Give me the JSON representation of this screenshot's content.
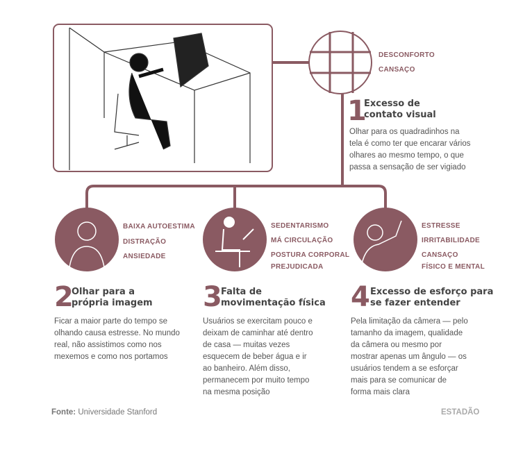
{
  "colors": {
    "accent": "#8a5a62",
    "text": "#555555"
  },
  "item1": {
    "number": "1",
    "title_line1": "Excesso de",
    "title_line2": "contato visual",
    "tags": [
      "DESCONFORTO",
      "CANSAÇO"
    ],
    "body": [
      "Olhar para os quadradinhos na",
      "tela é como ter que encarar vários",
      "olhares ao mesmo tempo, o que",
      "passa a sensação de ser vigiado"
    ]
  },
  "item2": {
    "number": "2",
    "title_line1": "Olhar para a",
    "title_line2": "própria imagem",
    "tags": [
      "BAIXA AUTOESTIMA",
      "DISTRAÇÃO",
      "ANSIEDADE"
    ],
    "body": [
      "Ficar a maior parte do tempo se",
      "olhando causa estresse. No mundo",
      "real, não assistimos como nos",
      "mexemos e como nos portamos"
    ]
  },
  "item3": {
    "number": "3",
    "title_line1": "Falta de",
    "title_line2": "movimentação física",
    "tags": [
      "SEDENTARISMO",
      "MÁ CIRCULAÇÃO",
      "POSTURA CORPORAL",
      "PREJUDICADA"
    ],
    "body": [
      "Usuários se exercitam pouco e",
      "deixam de caminhar até dentro",
      "de casa — muitas vezes",
      "esquecem de beber água e ir",
      "ao banheiro. Além disso,",
      "permanecem por muito tempo",
      "na mesma posição"
    ]
  },
  "item4": {
    "number": "4",
    "title_line1": "Excesso de esforço para",
    "title_line2": "se fazer entender",
    "tags": [
      "ESTRESSE",
      "IRRITABILIDADE",
      "CANSAÇO",
      "FÍSICO E MENTAL"
    ],
    "body": [
      "Pela limitação da câmera — pelo",
      "tamanho da imagem, qualidade",
      "da câmera ou mesmo por",
      "mostrar apenas um ângulo — os",
      "usuários tendem a se esforçar",
      "mais para se comunicar de",
      "forma mais clara"
    ]
  },
  "footer": {
    "source_label": "Fonte:",
    "source": "Universidade Stanford",
    "brand": "ESTADÃO"
  }
}
